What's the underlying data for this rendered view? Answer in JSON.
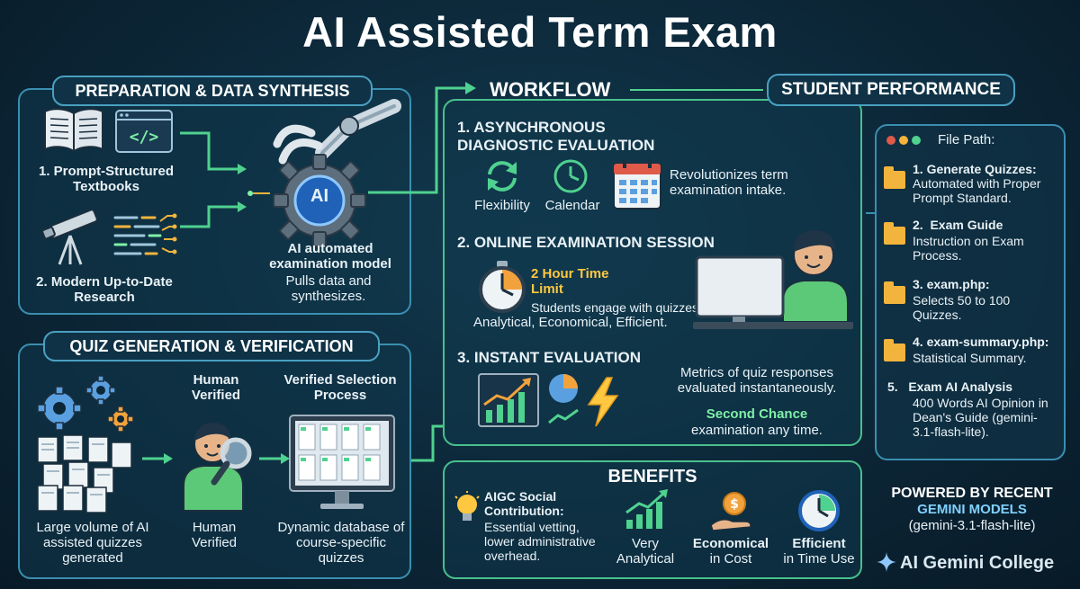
{
  "title": "AI Assisted Term Exam",
  "prep": {
    "heading": "PREPARATION & DATA SYNTHESIS",
    "item1": "1. Prompt-Structured Textbooks",
    "item2": "2. Modern Up-to-Date Research",
    "model_title": "AI automated examination model",
    "model_desc": "Pulls data and synthesizes.",
    "ai_label": "AI"
  },
  "quiz": {
    "heading": "QUIZ GENERATION & VERIFICATION",
    "human_verified_top": "Human Verified",
    "verified_selection": "Verified Selection Process",
    "caption1": "Large volume of AI assisted quizzes generated",
    "caption2": "Human Verified",
    "caption3": "Dynamic database of course-specific quizzes"
  },
  "workflow": {
    "heading": "WORKFLOW",
    "step1_title": "1. ASYNCHRONOUS DIAGNOSTIC EVALUATION",
    "step1_flex": "Flexibility",
    "step1_cal": "Calendar",
    "step1_desc": "Revolutionizes term examination intake.",
    "step2_title": "2. ONLINE EXAMINATION SESSION",
    "step2_time": "2 Hour Time Limit",
    "step2_desc": "Students engage with quizzes.",
    "step2_tags": "Analytical, Economical, Efficient.",
    "step3_title": "3. INSTANT EVALUATION",
    "step3_desc": "Metrics of quiz responses evaluated instantaneously.",
    "step3_second": "Second Chance",
    "step3_second_desc": "examination any time."
  },
  "benefits": {
    "heading": "BENEFITS",
    "aigc_title": "AIGC Social Contribution:",
    "aigc_desc": "Essential vetting, lower administrative overhead.",
    "analytical": "Very Analytical",
    "economical_b": "Economical",
    "economical_s": "in Cost",
    "efficient_b": "Efficient",
    "efficient_s": "in Time Use"
  },
  "performance": {
    "heading": "STUDENT PERFORMANCE",
    "file_path": "File Path:",
    "items": [
      {
        "title": "1. Generate Quizzes:",
        "desc": "Automated with Proper Prompt Standard."
      },
      {
        "title": "2.  Exam Guide",
        "desc": "Instruction on Exam Process."
      },
      {
        "title": "3. exam.php:",
        "desc": "Selects 50 to 100 Quizzes."
      },
      {
        "title": "4. exam-summary.php:",
        "desc": "Statistical Summary."
      },
      {
        "title": "5.   Exam AI Analysis",
        "desc": "400 Words AI Opinion in Dean's Guide (gemini-3.1-flash-lite)."
      }
    ]
  },
  "powered": {
    "line1": "POWERED BY RECENT",
    "line2": "GEMINI MODELS",
    "line3": "(gemini-3.1-flash-lite)",
    "brand": "AI Gemini College"
  },
  "colors": {
    "accent_green": "#4fd18f",
    "accent_blue": "#3a8fb0",
    "accent_yellow": "#ffc840"
  }
}
